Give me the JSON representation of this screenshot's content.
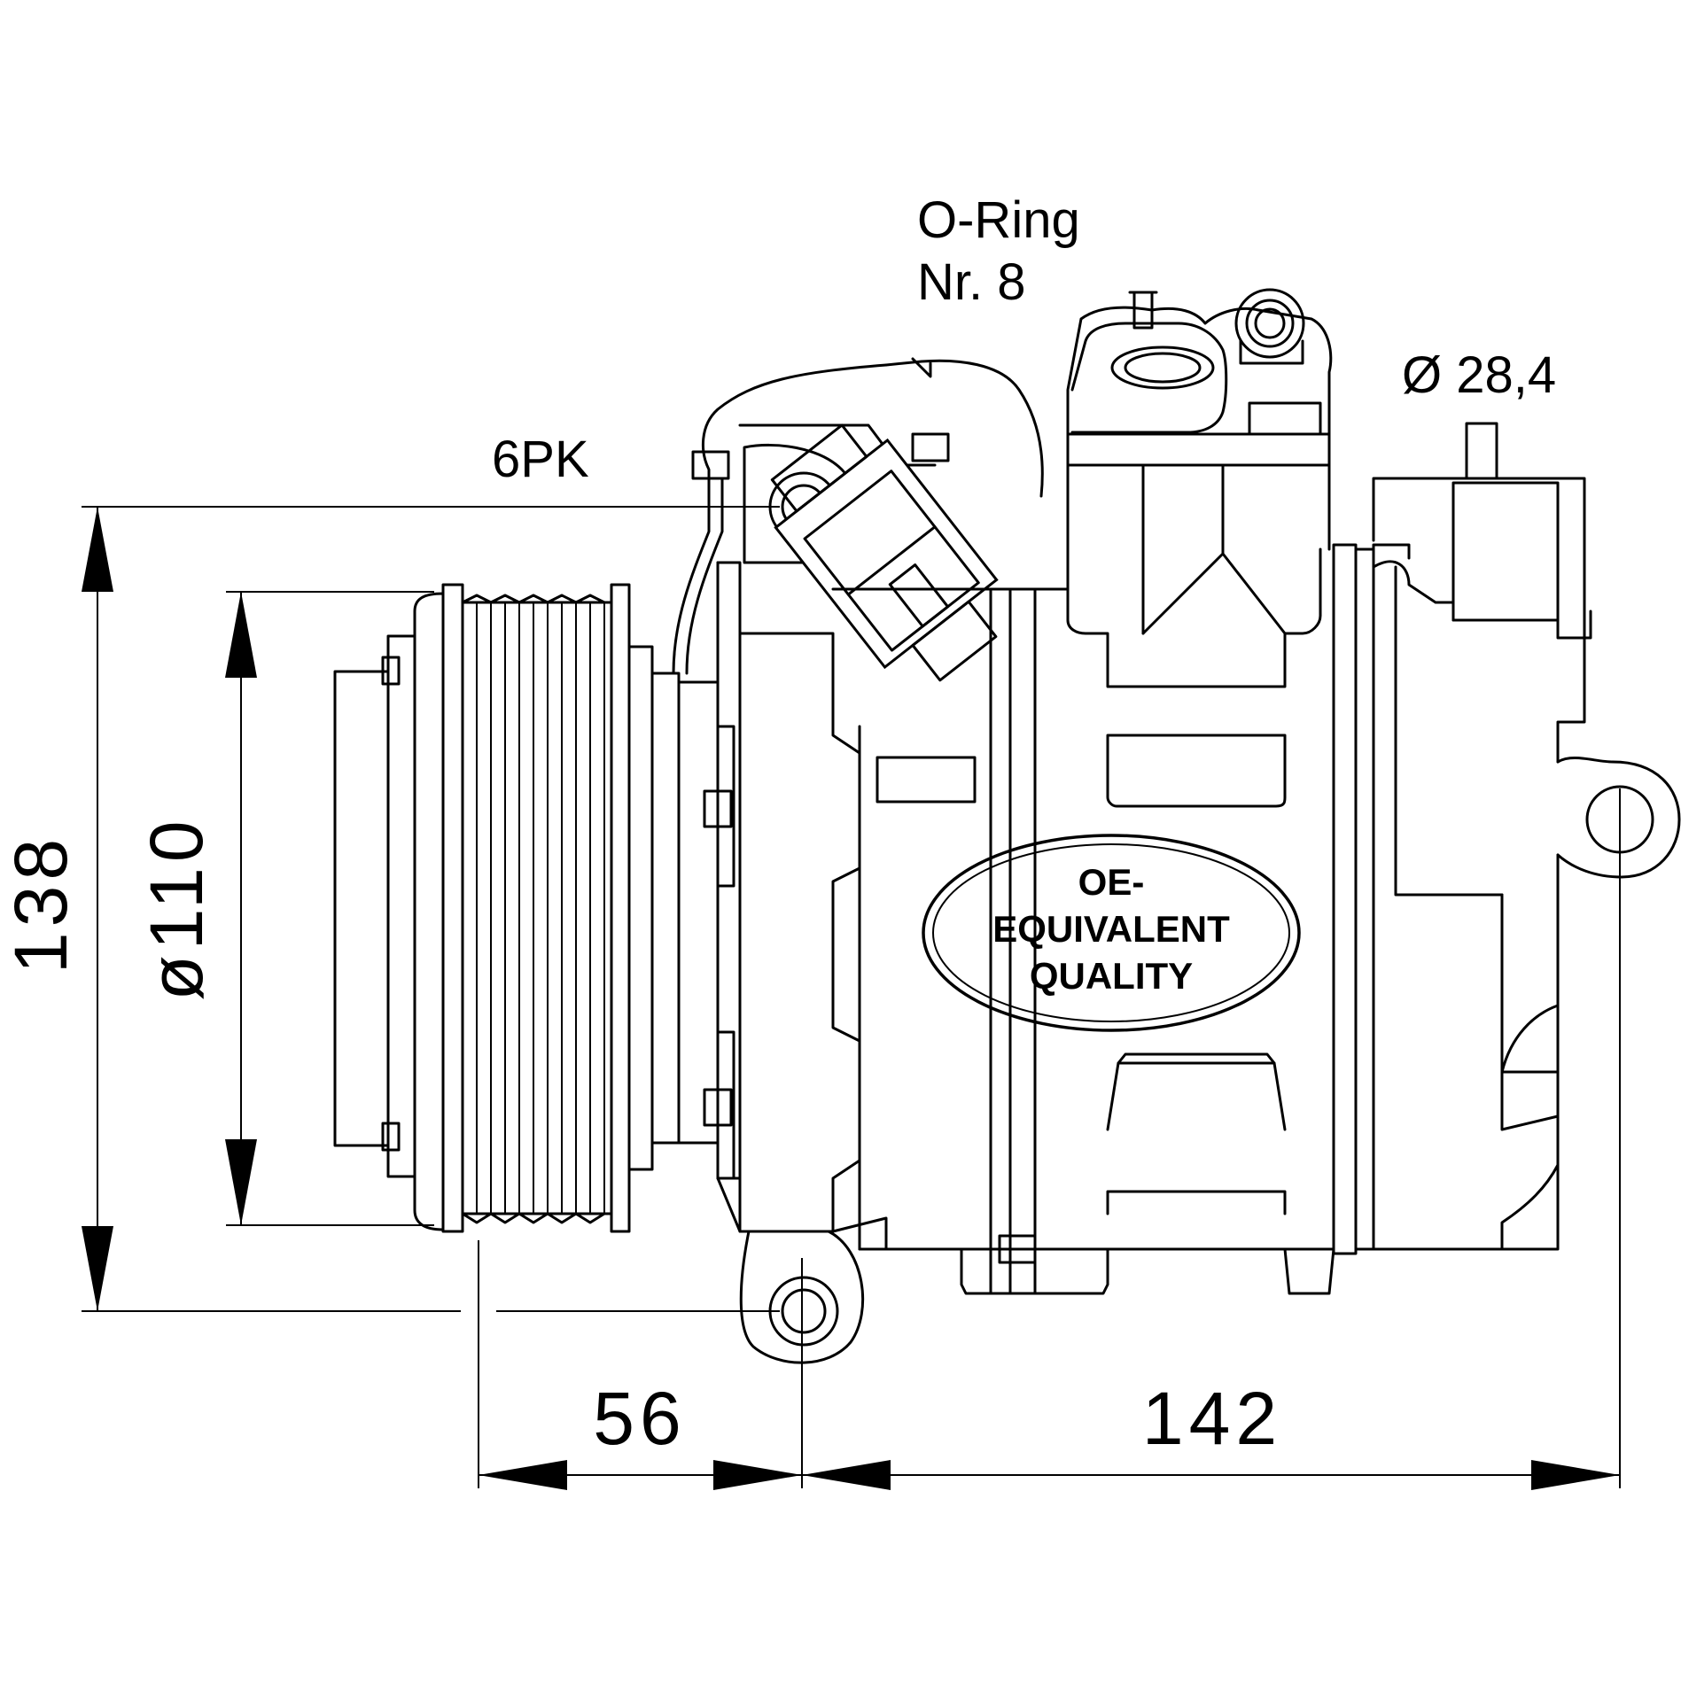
{
  "labels": {
    "o_ring": "O-Ring",
    "o_ring_nr": "Nr. 8",
    "belt": "6PK",
    "port_dia": "Ø 28,4"
  },
  "dimensions": {
    "height": "138",
    "pulley_dia": "ø110",
    "pulley_offset": "56",
    "length": "142"
  },
  "badge": {
    "line1": "OE-",
    "line2": "EQUIVALENT",
    "line3": "QUALITY"
  }
}
